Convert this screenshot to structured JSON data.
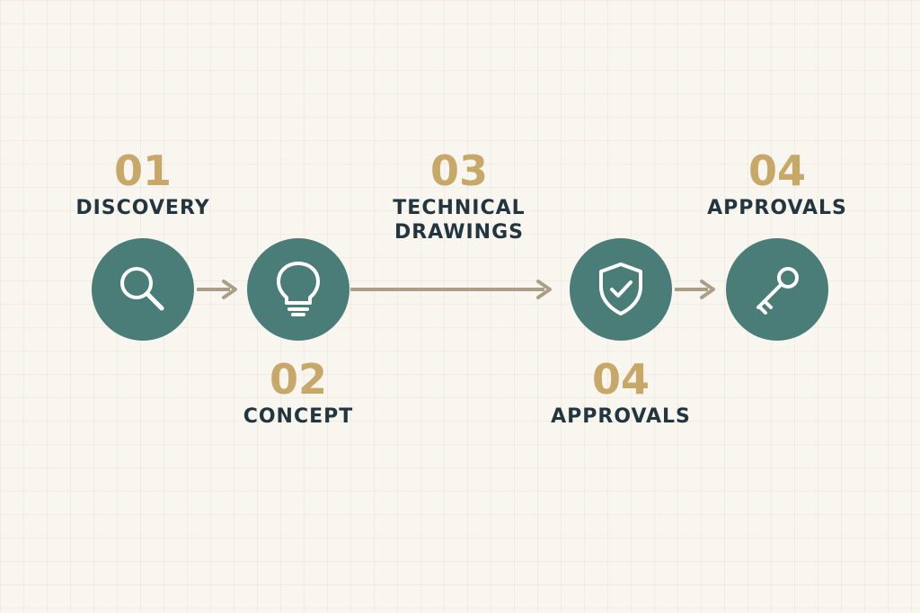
{
  "colors": {
    "background": "#f9f6f0",
    "circle": "#4a7d78",
    "number": "#c7a869",
    "label": "#223640",
    "arrow": "#ab9e86",
    "icon": "#ffffff"
  },
  "steps": [
    {
      "number": "01",
      "label_lines": [
        "DISCOVERY"
      ],
      "icon": "magnifier-icon",
      "label_position": "above"
    },
    {
      "number": "02",
      "label_lines": [
        "CONCEPT"
      ],
      "icon": "lightbulb-icon",
      "label_position": "below"
    },
    {
      "number": "03",
      "label_lines": [
        "TECHNICAL",
        "DRAWINGS"
      ],
      "icon": "",
      "label_position": "above"
    },
    {
      "number": "04",
      "label_lines": [
        "APPROVALS"
      ],
      "icon": "shield-check-icon",
      "label_position": "below"
    },
    {
      "number": "04",
      "label_lines": [
        "APPROVALS"
      ],
      "icon": "key-icon",
      "label_position": "above"
    }
  ]
}
